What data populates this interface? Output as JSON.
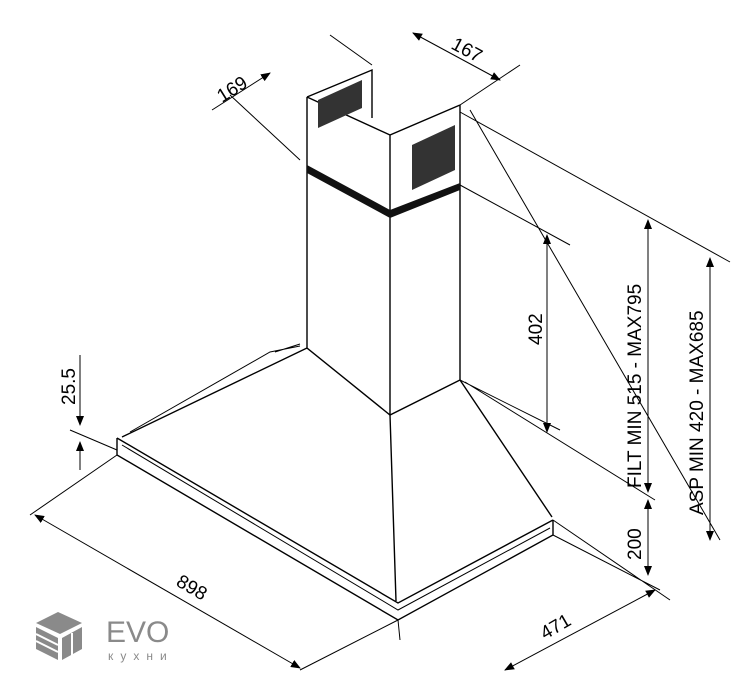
{
  "dimensions": {
    "chimney_depth": "167",
    "chimney_width": "169",
    "chimney_upper": "402",
    "filt_range": "FILT MIN 515 - MAX795",
    "asp_range": "ASP MIN 420 - MAX685",
    "slab_thickness": "25.5",
    "hood_height": "200",
    "hood_width": "898",
    "hood_depth": "471"
  },
  "logo": {
    "name": "EVO",
    "subtitle": "кухни",
    "color": "#8a8a8a"
  }
}
